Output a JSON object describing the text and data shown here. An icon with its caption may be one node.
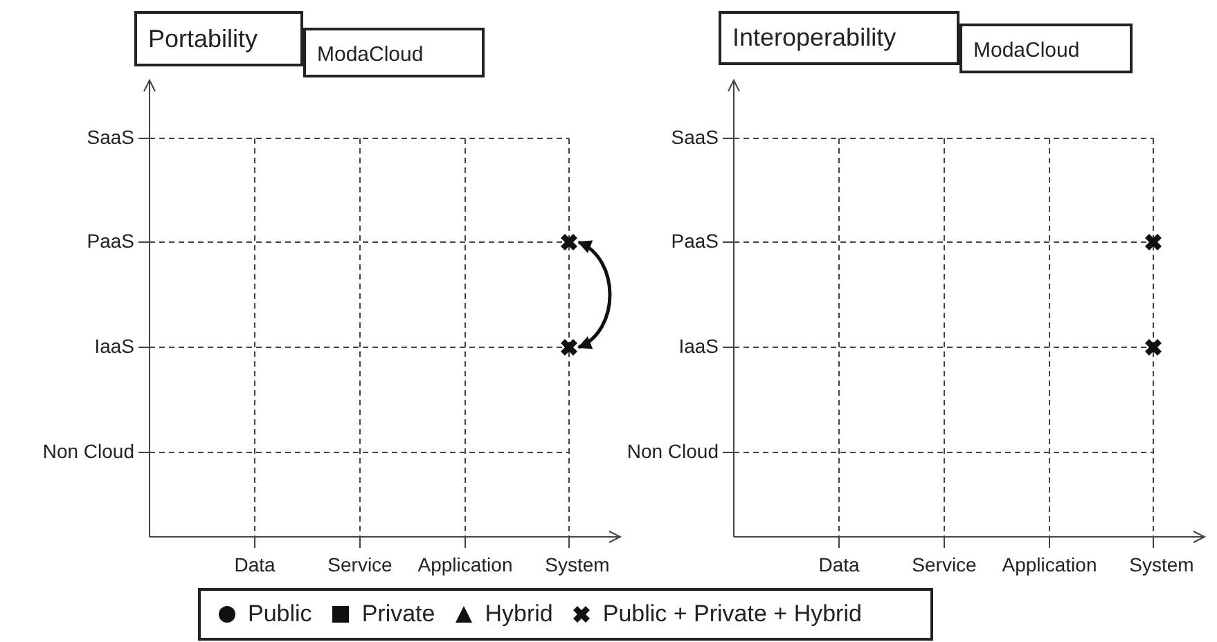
{
  "diagram": {
    "nodes": [
      {
        "text": [
          "Portability"
        ]
      },
      {
        "text": [
          "ModaCloud"
        ]
      },
      {
        "text": [
          "Interoperability"
        ]
      },
      {
        "text": [
          "ModaCloud"
        ]
      },
      {
        "text": [],
        "shape": "cross"
      },
      {
        "text": [],
        "shape": "cross"
      },
      {
        "text": [],
        "shape": "cross"
      },
      {
        "text": [],
        "shape": "cross"
      }
    ],
    "edges": [
      {
        "from": 4,
        "to": 5,
        "arrow": "both"
      }
    ],
    "labels": [
      "SaaS",
      "PaaS",
      "IaaS",
      "Non Cloud",
      "Data",
      "Service",
      "Application",
      "System",
      "SaaS",
      "PaaS",
      "IaaS",
      "Non Cloud",
      "Data",
      "Service",
      "Application",
      "System"
    ],
    "legend": [
      {
        "text": "Public"
      },
      {
        "text": "Private"
      },
      {
        "text": "Hybrid"
      },
      {
        "text": "Public + Private + Hybrid"
      }
    ]
  }
}
